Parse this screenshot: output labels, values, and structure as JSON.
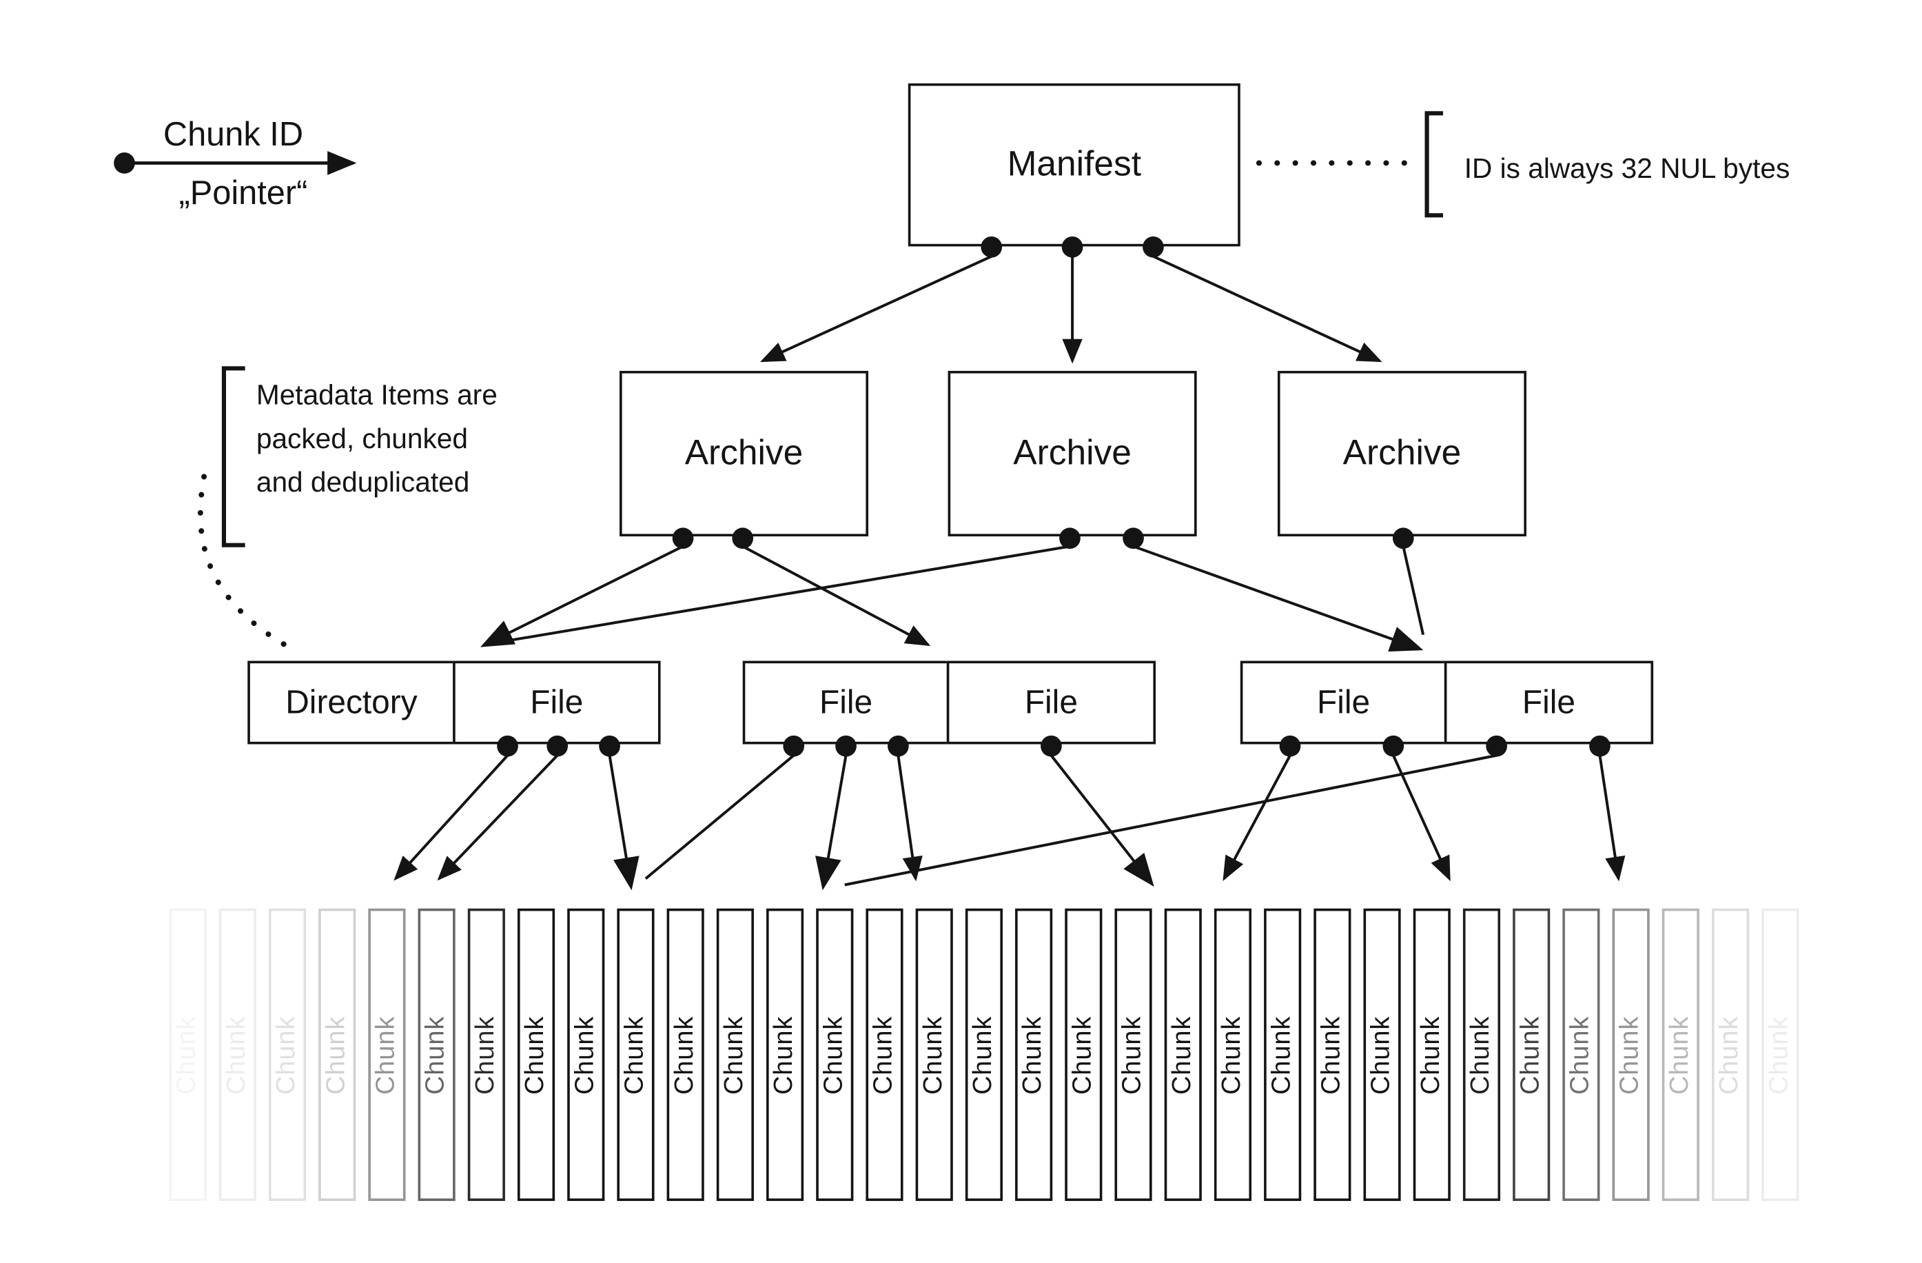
{
  "page": {
    "background": "#ffffff",
    "ink": "#141414"
  },
  "legend": {
    "title": "Chunk ID",
    "pointer_label": "„Pointer“"
  },
  "manifest": {
    "label": "Manifest"
  },
  "archives": [
    {
      "label": "Archive"
    },
    {
      "label": "Archive"
    },
    {
      "label": "Archive"
    }
  ],
  "metadata_row": [
    {
      "label": "Directory"
    },
    {
      "label": "File"
    },
    {
      "label": "File"
    },
    {
      "label": "File"
    },
    {
      "label": "File"
    },
    {
      "label": "File"
    }
  ],
  "notes": {
    "manifest_id": "ID is always 32 NUL bytes",
    "metadata": "Metadata Items are\npacked, chunked\nand deduplicated"
  },
  "chunks": {
    "label": "Chunk",
    "count": 33,
    "opacities": [
      0.05,
      0.08,
      0.13,
      0.2,
      0.45,
      0.65,
      0.9,
      1,
      1,
      1,
      1,
      1,
      1,
      1,
      1,
      1,
      1,
      1,
      1,
      1,
      1,
      1,
      1,
      1,
      1,
      1,
      0.95,
      0.8,
      0.6,
      0.45,
      0.3,
      0.15,
      0.08
    ]
  }
}
